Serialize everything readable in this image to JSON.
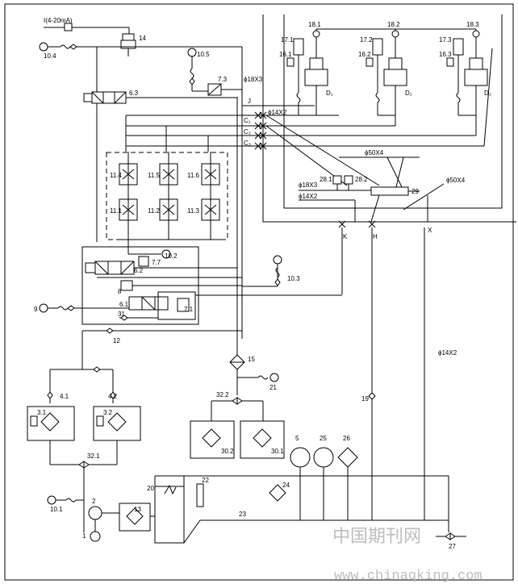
{
  "signal_label": "I(4-20mA)",
  "labels": {
    "c14": "14",
    "c10_4": "10.4",
    "c10_5": "10.5",
    "c7_3": "7.3",
    "c6_3": "6.3",
    "c18_1": "18.1",
    "c18_2": "18.2",
    "c18_3": "18.3",
    "c17_1": "17.1",
    "c17_2": "17.2",
    "c17_3": "17.3",
    "c16_1": "16.1",
    "c16_2": "16.2",
    "c16_3": "16.3",
    "c11_4": "11.4",
    "c11_5": "11.5",
    "c11_6": "11.6",
    "c11_1": "11.1",
    "c11_2": "11.2",
    "c11_3": "11.3",
    "c28_1": "28.1",
    "c28_2": "28.2",
    "c29": "29",
    "c10_2": "10.2",
    "c7_7": "7.7",
    "c6_2": "6.2",
    "c8": "8",
    "c10_3": "10.3",
    "c6_1": "6.1",
    "c7_1": "7.1",
    "c9": "9",
    "c31": "31",
    "c12": "12",
    "c15": "15",
    "c21": "21",
    "c4_1": "4.1",
    "c4_2": "4.2",
    "c3_1": "3.1",
    "c3_2": "3.2",
    "c32_2": "32.2",
    "c30_2": "30.2",
    "c30_1": "30.1",
    "c32_1": "32.1",
    "c5": "5",
    "c25": "25",
    "c26": "26",
    "c19": "19",
    "c20": "20",
    "c22": "22",
    "c24": "24",
    "c23": "23",
    "c10_1": "10.1",
    "c2": "2",
    "c13": "13",
    "c1": "1",
    "c27": "27",
    "J": "J",
    "C1": "C₁",
    "C2": "C₂",
    "C3": "C₃",
    "K": "K",
    "H": "H",
    "X": "X",
    "D1": "D₁",
    "D2": "D₂",
    "D3": "D₃",
    "pipe_18x3_a": "ϕ18X3",
    "pipe_14x2_a": "ϕ14X2",
    "pipe_50x4_a": "ϕ50X4",
    "pipe_18x3_b": "ϕ18X3",
    "pipe_14x2_b": "ϕ14X2",
    "pipe_50x4_b": "ϕ50X4",
    "pipe_14x2_c": "ϕ14X2"
  },
  "watermark": {
    "cn": "中国期刊网",
    "url": "www.chinaqking.com"
  }
}
